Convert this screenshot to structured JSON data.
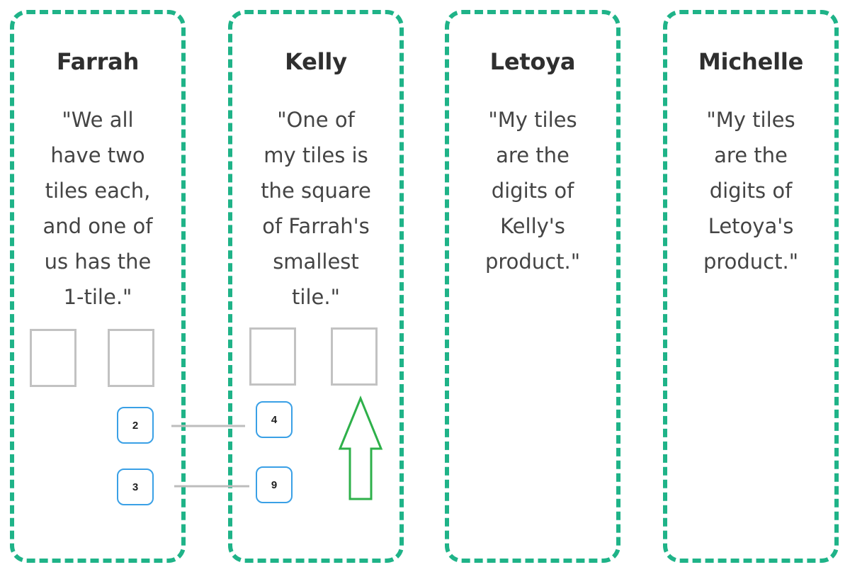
{
  "cards": [
    {
      "name": "Farrah",
      "quote_lines": [
        "\"We all",
        "have two",
        "tiles each,",
        "and one of",
        "us has the",
        "1-tile.\""
      ]
    },
    {
      "name": "Kelly",
      "quote_lines": [
        "\"One of",
        "my tiles is",
        "the square",
        "of Farrah's",
        "smallest",
        "tile.\""
      ]
    },
    {
      "name": "Letoya",
      "quote_lines": [
        "\"My tiles",
        "are the",
        "digits of",
        "Kelly's",
        "product.\""
      ]
    },
    {
      "name": "Michelle",
      "quote_lines": [
        "\"My tiles",
        "are the",
        "digits of",
        "Letoya's",
        "product.\""
      ]
    }
  ],
  "tiles": {
    "farrah_options": [
      "2",
      "3"
    ],
    "kelly_options": [
      "4",
      "9"
    ]
  },
  "colors": {
    "card_border": "#1fb388",
    "tile_border": "#3aa0e6",
    "slot_border": "#c2c2c2",
    "connector": "#bdbdbd",
    "arrow": "#2eb04a"
  },
  "icons": {
    "arrow": "up-arrow-icon"
  }
}
